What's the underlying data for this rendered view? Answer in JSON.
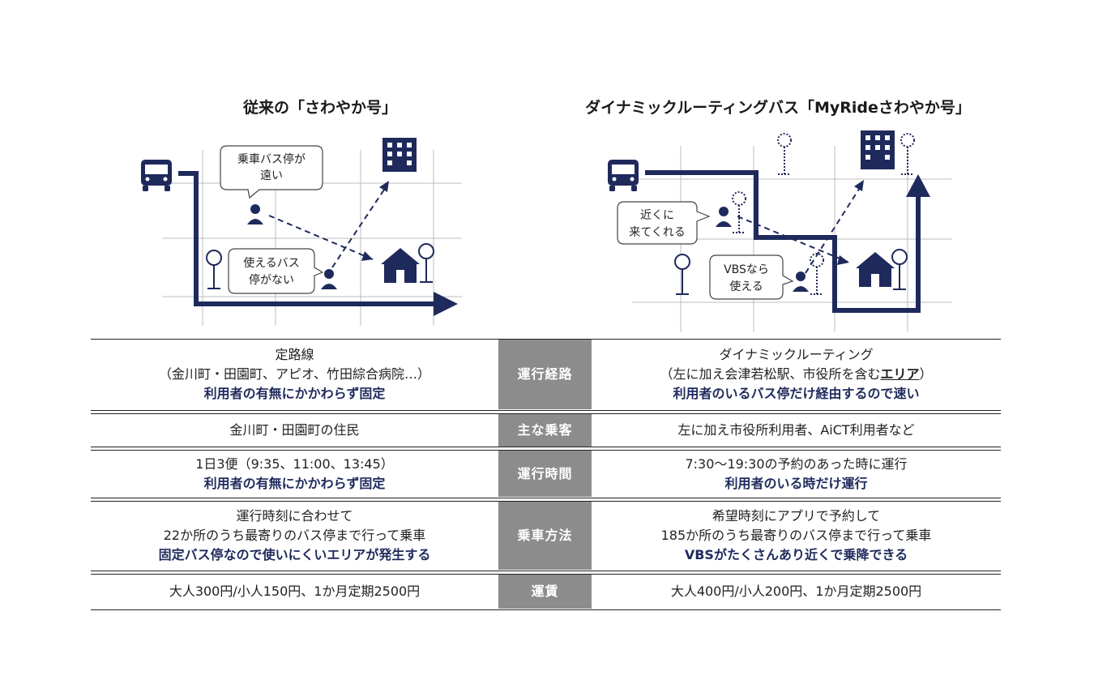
{
  "left_title": "従来の「さわやか号」",
  "right_title": "ダイナミックルーティングバス「MyRideさわやか号」",
  "left_diagram": {
    "bubble_far": [
      "乗車バス停が",
      "遠い"
    ],
    "bubble_none": [
      "使えるバス",
      "停がない"
    ]
  },
  "right_diagram": {
    "bubble_near": [
      "近くに",
      "来てくれる"
    ],
    "bubble_vbs": [
      "VBSなら",
      "使える"
    ]
  },
  "colors": {
    "navy": "#1f2a5c",
    "header_gray": "#8c8c8c",
    "grid": "#bdbdbd"
  },
  "rows": [
    {
      "label": "運行経路",
      "left": {
        "line1": "定路線",
        "line2": "（金川町・田園町、アピオ、竹田綜合病院…）",
        "em": "利用者の有無にかかわらず固定"
      },
      "right": {
        "line1": "ダイナミックルーティング",
        "line2_pre": "（左に加え会津若松駅、市役所を含む",
        "line2_u": "エリア",
        "line2_post": "）",
        "em": "利用者のいるバス停だけ経由するので速い"
      }
    },
    {
      "label": "主な乗客",
      "left": {
        "line1": "金川町・田園町の住民"
      },
      "right": {
        "line1": "左に加え市役所利用者、AiCT利用者など"
      }
    },
    {
      "label": "運行時間",
      "left": {
        "line1": "1日3便（9:35、11:00、13:45）",
        "em": "利用者の有無にかかわらず固定"
      },
      "right": {
        "line1": "7:30～19:30の予約のあった時に運行",
        "em": "利用者のいる時だけ運行"
      }
    },
    {
      "label": "乗車方法",
      "left": {
        "line1": "運行時刻に合わせて",
        "line2": "22か所のうち最寄りのバス停まで行って乗車",
        "em": "固定バス停なので使いにくいエリアが発生する"
      },
      "right": {
        "line1": "希望時刻にアプリで予約して",
        "line2": "185か所のうち最寄りのバス停まで行って乗車",
        "em": "VBSがたくさんあり近くで乗降できる"
      }
    },
    {
      "label": "運賃",
      "left": {
        "line1": "大人300円/小人150円、1か月定期2500円"
      },
      "right": {
        "line1": "大人400円/小人200円、1か月定期2500円"
      }
    }
  ]
}
